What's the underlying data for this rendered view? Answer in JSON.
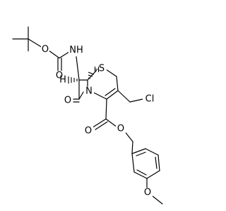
{
  "atom_labels": {
    "boc_ether_o": "O",
    "boc_carbonyl_o": "O",
    "amide_nh": "NH",
    "ring_s": "S",
    "ring_n": "N",
    "lactam_o": "O",
    "stereo_h_left": "H",
    "stereo_h_right": "H",
    "chlorine": "Cl",
    "ester_carbonyl_o": "O",
    "ester_o": "O",
    "methoxy_o": "O"
  }
}
